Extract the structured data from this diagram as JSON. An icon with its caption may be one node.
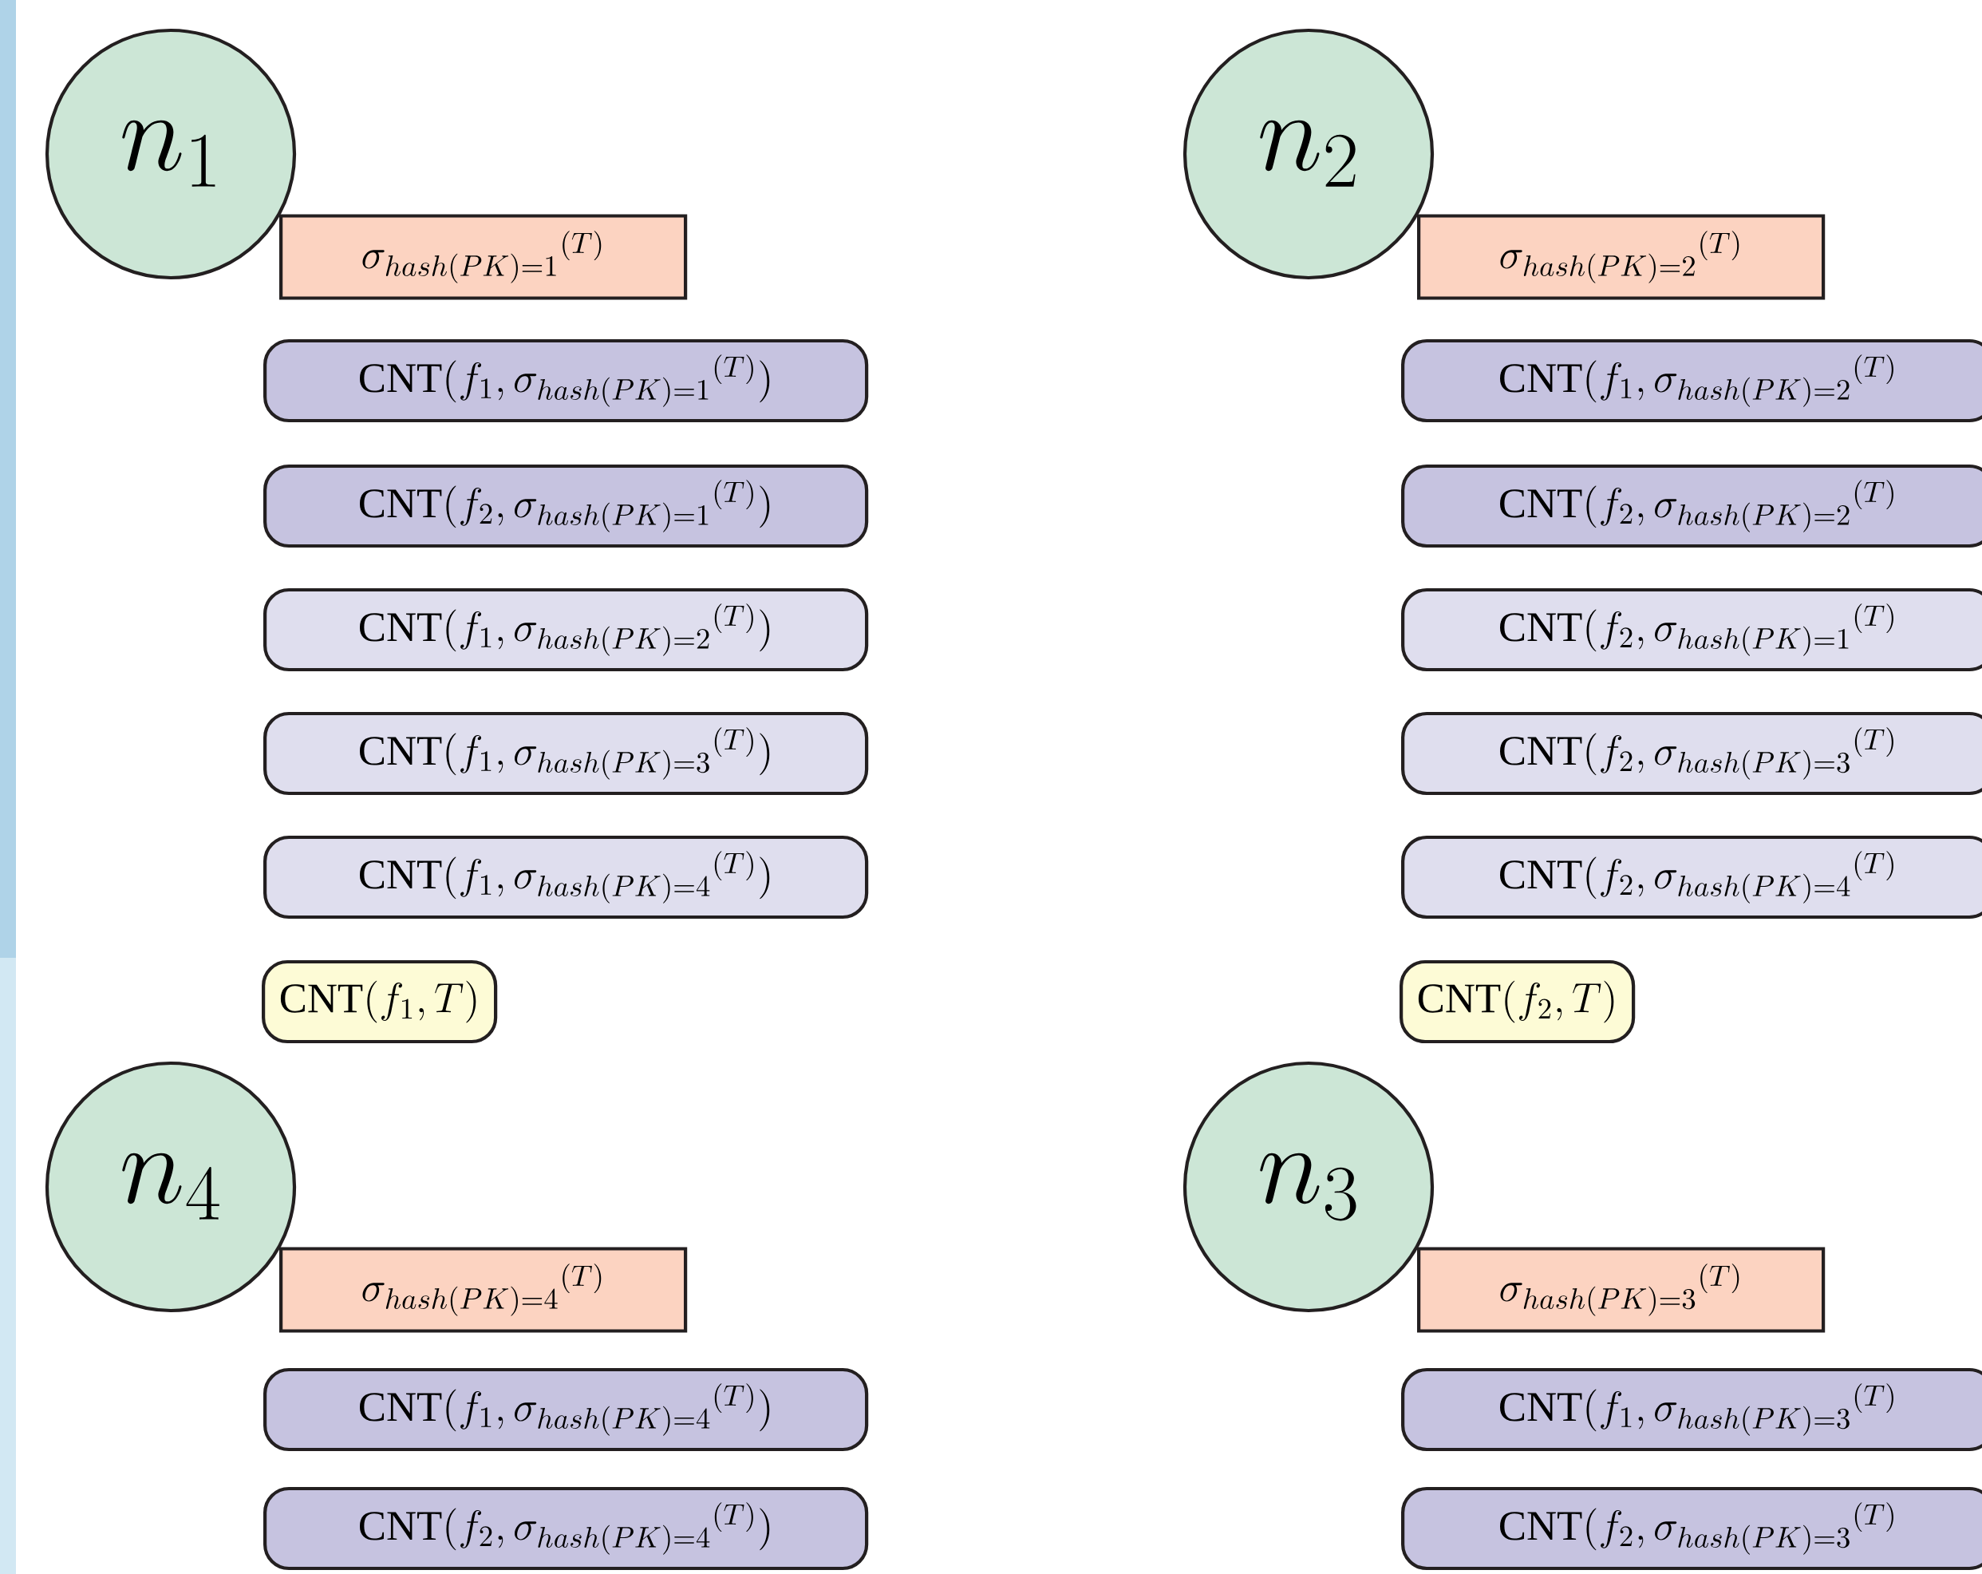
{
  "diagram": {
    "nodes": [
      {
        "text": [
          "n_1"
        ]
      },
      {
        "text": [
          "\\sigma_{hash(PK)=1}{}^{(T)}"
        ]
      },
      {
        "text": [
          "\\mathrm{CNT}(f_1,\\sigma_{hash(PK)=1}{}^{(T)})"
        ]
      },
      {
        "text": [
          "\\mathrm{CNT}(f_2,\\sigma_{hash(PK)=1}{}^{(T)})"
        ]
      },
      {
        "text": [
          "\\mathrm{CNT}(f_1,\\sigma_{hash(PK)=2}{}^{(T)})"
        ]
      },
      {
        "text": [
          "\\mathrm{CNT}(f_1,\\sigma_{hash(PK)=3}{}^{(T)})"
        ]
      },
      {
        "text": [
          "\\mathrm{CNT}(f_1,\\sigma_{hash(PK)=4}{}^{(T)})"
        ]
      },
      {
        "text": [
          "\\mathrm{CNT}(f_1,T)"
        ]
      },
      {
        "text": [
          "n_2"
        ]
      },
      {
        "text": [
          "\\sigma_{hash(PK)=2}{}^{(T)}"
        ]
      },
      {
        "text": [
          "\\mathrm{CNT}(f_1,\\sigma_{hash(PK)=2}{}^{(T)}"
        ]
      },
      {
        "text": [
          "\\mathrm{CNT}(f_2,\\sigma_{hash(PK)=2}{}^{(T)}"
        ]
      },
      {
        "text": [
          "\\mathrm{CNT}(f_2,\\sigma_{hash(PK)=1}{}^{(T)}"
        ]
      },
      {
        "text": [
          "\\mathrm{CNT}(f_2,\\sigma_{hash(PK)=3}{}^{(T)}"
        ]
      },
      {
        "text": [
          "\\mathrm{CNT}(f_2,\\sigma_{hash(PK)=4}{}^{(T)}"
        ]
      },
      {
        "text": [
          "\\mathrm{CNT}(f_2,T)"
        ]
      },
      {
        "text": [
          "n_4"
        ]
      },
      {
        "text": [
          "\\sigma_{hash(PK)=4}{}^{(T)}"
        ]
      },
      {
        "text": [
          "\\mathrm{CNT}(f_1,\\sigma_{hash(PK)=4}{}^{(T)})"
        ]
      },
      {
        "text": [
          "\\mathrm{CNT}(f_2,\\sigma_{hash(PK)=4}{}^{(T)})"
        ]
      },
      {
        "text": [
          "n_3"
        ]
      },
      {
        "text": [
          "\\sigma_{hash(PK)=3}{}^{(T)}"
        ]
      },
      {
        "text": [
          "\\mathrm{CNT}(f_1,\\sigma_{hash(PK)=3}{}^{(T)}"
        ]
      },
      {
        "text": [
          "\\mathrm{CNT}(f_2,\\sigma_{hash(PK)=3}{}^{(T)}"
        ]
      }
    ]
  }
}
